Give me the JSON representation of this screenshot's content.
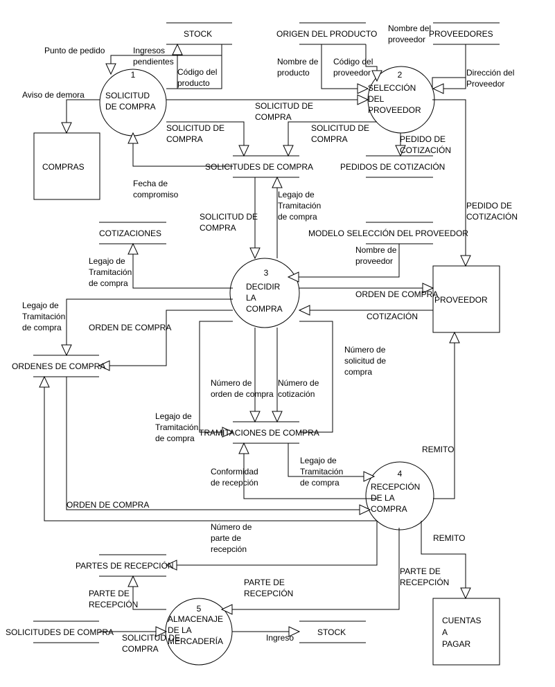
{
  "processes": [
    {
      "id": "p1",
      "number": "1",
      "lines": [
        "SOLICITUD",
        "DE COMPRA"
      ]
    },
    {
      "id": "p2",
      "number": "2",
      "lines": [
        "SELECCIÓN",
        "DEL",
        "PROVEEDOR"
      ]
    },
    {
      "id": "p3",
      "number": "3",
      "lines": [
        "DECIDIR",
        "LA",
        "COMPRA"
      ]
    },
    {
      "id": "p4",
      "number": "4",
      "lines": [
        "RECEPCIÓN",
        "DE LA",
        "COMPRA"
      ]
    },
    {
      "id": "p5",
      "number": "5",
      "lines": [
        "ALMACENAJE",
        "DE LA",
        "MERCADERÍA"
      ]
    }
  ],
  "stores": {
    "stock_top": "STOCK",
    "origen": "ORIGEN DEL PRODUCTO",
    "proveedores": "PROVEEDORES",
    "solicitudes_top": "SOLICITUDES DE COMPRA",
    "pedidos": "PEDIDOS DE COTIZACIÓN",
    "cotizaciones": "COTIZACIONES",
    "modelo": "MODELO SELECCIÓN DEL PROVEEDOR",
    "ordenes": "ORDENES DE COMPRA",
    "tramitaciones": "TRAMITACIONES DE COMPRA",
    "partes": "PARTES DE RECEPCIÓN",
    "solicitudes_bottom": "SOLICITUDES DE COMPRA",
    "stock_bottom": "STOCK"
  },
  "entities": {
    "compras": [
      "COMPRAS"
    ],
    "proveedor": [
      "PROVEEDOR"
    ],
    "cuentas": [
      "CUENTAS",
      "A",
      "PAGAR"
    ]
  },
  "flows": [
    {
      "id": "punto-pedido",
      "lines": [
        "Punto de pedido"
      ]
    },
    {
      "id": "ingresos-pendientes",
      "lines": [
        "Ingresos",
        "pendientes"
      ]
    },
    {
      "id": "codigo-producto",
      "lines": [
        "Código del",
        "producto"
      ]
    },
    {
      "id": "aviso-demora",
      "lines": [
        "Aviso de demora"
      ]
    },
    {
      "id": "nombre-proveedor-top",
      "lines": [
        "Nombre del",
        "proveedor"
      ]
    },
    {
      "id": "nombre-producto",
      "lines": [
        "Nombre de",
        "producto"
      ]
    },
    {
      "id": "codigo-proveedor",
      "lines": [
        "Código del",
        "proveedor"
      ]
    },
    {
      "id": "direccion-proveedor",
      "lines": [
        "Dirección del",
        "Proveedor"
      ]
    },
    {
      "id": "solicitud-p1-p2",
      "lines": [
        "SOLICITUD DE",
        "COMPRA"
      ]
    },
    {
      "id": "solicitud-p1-store",
      "lines": [
        "SOLICITUD DE",
        "COMPRA"
      ]
    },
    {
      "id": "solicitud-p2-store",
      "lines": [
        "SOLICITUD DE",
        "COMPRA"
      ]
    },
    {
      "id": "pedido-cot-store",
      "lines": [
        "PEDIDO DE",
        "COTIZACIÓN"
      ]
    },
    {
      "id": "fecha-compromiso",
      "lines": [
        "Fecha de",
        "compromiso"
      ]
    },
    {
      "id": "solicitud-to-p3",
      "lines": [
        "SOLICITUD DE",
        "COMPRA"
      ]
    },
    {
      "id": "legajo-to-solicitudes",
      "lines": [
        "Legajo de",
        "Tramitación",
        "de compra"
      ]
    },
    {
      "id": "pedido-cot-proveedor",
      "lines": [
        "PEDIDO DE",
        "COTIZACIÓN"
      ]
    },
    {
      "id": "legajo-to-cotizaciones",
      "lines": [
        "Legajo de",
        "Tramitación",
        "de compra"
      ]
    },
    {
      "id": "nombre-proveedor-modelo",
      "lines": [
        "Nombre de",
        "proveedor"
      ]
    },
    {
      "id": "orden-to-proveedor",
      "lines": [
        "ORDEN DE COMPRA"
      ]
    },
    {
      "id": "cotizacion",
      "lines": [
        "COTIZACIÓN"
      ]
    },
    {
      "id": "legajo-to-ordenes",
      "lines": [
        "Legajo de",
        "Tramitación",
        "de compra"
      ]
    },
    {
      "id": "orden-to-ordenes",
      "lines": [
        "ORDEN DE COMPRA"
      ]
    },
    {
      "id": "numero-solicitud",
      "lines": [
        "Número de",
        "solicitud de",
        "compra"
      ]
    },
    {
      "id": "numero-orden",
      "lines": [
        "Número de",
        "orden de compra"
      ]
    },
    {
      "id": "numero-cotizacion",
      "lines": [
        "Número de",
        "cotización"
      ]
    },
    {
      "id": "legajo-to-tramitaciones",
      "lines": [
        "Legajo de",
        "Tramitación",
        "de compra"
      ]
    },
    {
      "id": "remito-proveedor",
      "lines": [
        "REMITO"
      ]
    },
    {
      "id": "conformidad",
      "lines": [
        "Conformidad",
        "de recepción"
      ]
    },
    {
      "id": "legajo-to-p4",
      "lines": [
        "Legajo de",
        "Tramitación",
        "de compra"
      ]
    },
    {
      "id": "orden-to-p4",
      "lines": [
        "ORDEN DE COMPRA"
      ]
    },
    {
      "id": "numero-parte",
      "lines": [
        "Número de",
        "parte de",
        "recepción"
      ]
    },
    {
      "id": "remito-cuentas",
      "lines": [
        "REMITO"
      ]
    },
    {
      "id": "parte-p5-to-store",
      "lines": [
        "PARTE DE",
        "RECEPCIÓN"
      ]
    },
    {
      "id": "parte-p4-to-p5",
      "lines": [
        "PARTE DE",
        "RECEPCIÓN"
      ]
    },
    {
      "id": "parte-to-cuentas",
      "lines": [
        "PARTE DE",
        "RECEPCIÓN"
      ]
    },
    {
      "id": "solicitud-to-p5",
      "lines": [
        "SOLICITUD DE",
        "COMPRA"
      ]
    },
    {
      "id": "ingreso",
      "lines": [
        "Ingreso"
      ]
    }
  ]
}
